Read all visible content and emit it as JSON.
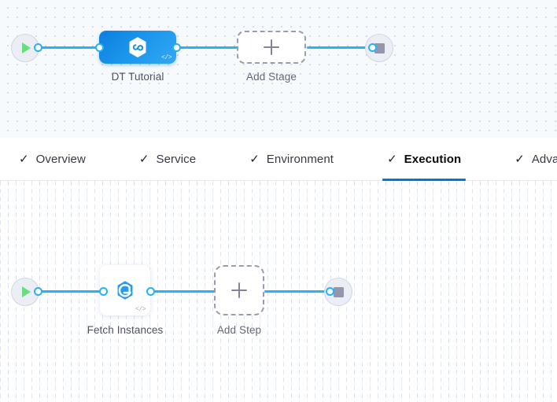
{
  "stage_canvas": {
    "name": "pipeline-stage-canvas",
    "start_node": {
      "icon": "play-icon",
      "title": "Start"
    },
    "end_node": {
      "icon": "stop-icon",
      "title": "End"
    },
    "stages": [
      {
        "label": "DT Tutorial",
        "icon": "harness-hexagon-infinity-icon",
        "badge": "</>",
        "type": "deployment-stage",
        "color": "#1b96ec"
      }
    ],
    "add_stage": {
      "label": "Add Stage",
      "icon": "plus-icon"
    }
  },
  "tabs": {
    "name": "stage-config-tabs",
    "items": [
      {
        "label": "Overview",
        "icon": "check-icon",
        "active": false
      },
      {
        "label": "Service",
        "icon": "check-icon",
        "active": false
      },
      {
        "label": "Environment",
        "icon": "check-icon",
        "active": false
      },
      {
        "label": "Execution",
        "icon": "check-icon",
        "active": true
      },
      {
        "label": "Advanced",
        "icon": "check-icon",
        "active": false
      }
    ],
    "active_indicator_color": "#0278d5"
  },
  "step_canvas": {
    "name": "execution-step-canvas",
    "start_node": {
      "icon": "play-icon",
      "title": "Start"
    },
    "end_node": {
      "icon": "stop-icon",
      "title": "End"
    },
    "steps": [
      {
        "label": "Fetch Instances",
        "icon": "harness-hexagon-e-icon",
        "badge": "</>",
        "color": "#2d9ae8"
      }
    ],
    "add_step": {
      "label": "Add Step",
      "icon": "plus-icon"
    }
  },
  "theme": {
    "edge_color": "#27b2f3",
    "accent": "#0278d5",
    "stage_bg": "#f6fafd",
    "step_bg": "#ffffff"
  }
}
